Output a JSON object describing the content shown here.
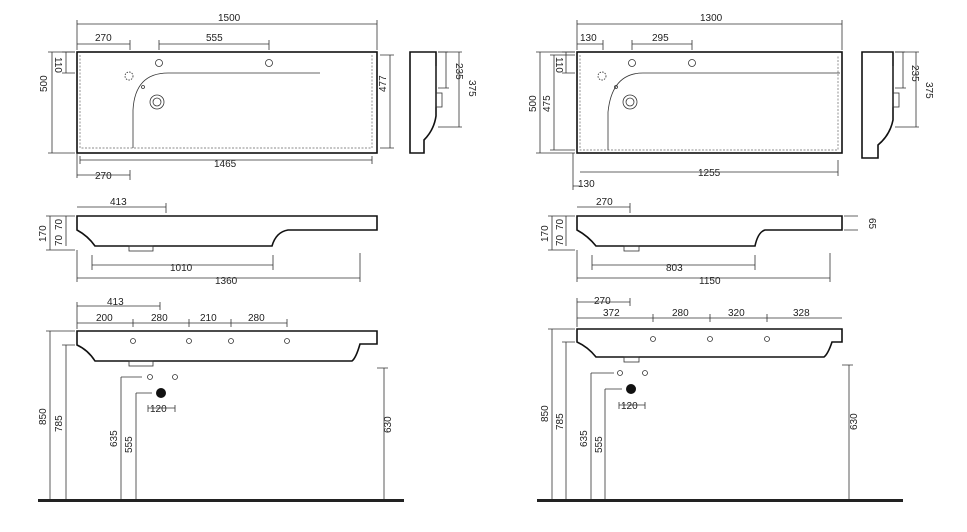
{
  "left": {
    "top": {
      "overall_width": "1500",
      "hole_offset": "270",
      "hole_spacing": "555",
      "top_margin": "110",
      "depth": "500",
      "inner_depth": "477",
      "inner_length": "1465",
      "bottom_offset": "270"
    },
    "side": {
      "upper": "235",
      "lower": "375"
    },
    "front": {
      "height": "170",
      "lip_upper": "70",
      "lip_lower": "70",
      "hole_pos": "413",
      "bowl": "1010",
      "span": "1360"
    },
    "wall": {
      "hole_pos": "413",
      "s1": "200",
      "s2": "280",
      "s3": "210",
      "s4": "280",
      "h850": "850",
      "h785": "785",
      "h635": "635",
      "h555": "555",
      "pipe": "120",
      "h630": "630"
    }
  },
  "right": {
    "top": {
      "overall_width": "1300",
      "hole_offset": "130",
      "hole_spacing": "295",
      "top_margin": "110",
      "depth": "500",
      "inner_depth": "475",
      "inner_length": "1255",
      "bottom_offset": "130"
    },
    "side": {
      "upper": "235",
      "lower": "375"
    },
    "front": {
      "height": "170",
      "lip_upper": "70",
      "lip_lower": "70",
      "hole_pos": "270",
      "rim": "65",
      "bowl": "803",
      "span": "1150"
    },
    "wall": {
      "hole_pos": "270",
      "s1": "372",
      "s2": "280",
      "s3": "320",
      "s4": "328",
      "h850": "850",
      "h785": "785",
      "h635": "635",
      "h555": "555",
      "pipe": "120",
      "h630": "630"
    }
  }
}
